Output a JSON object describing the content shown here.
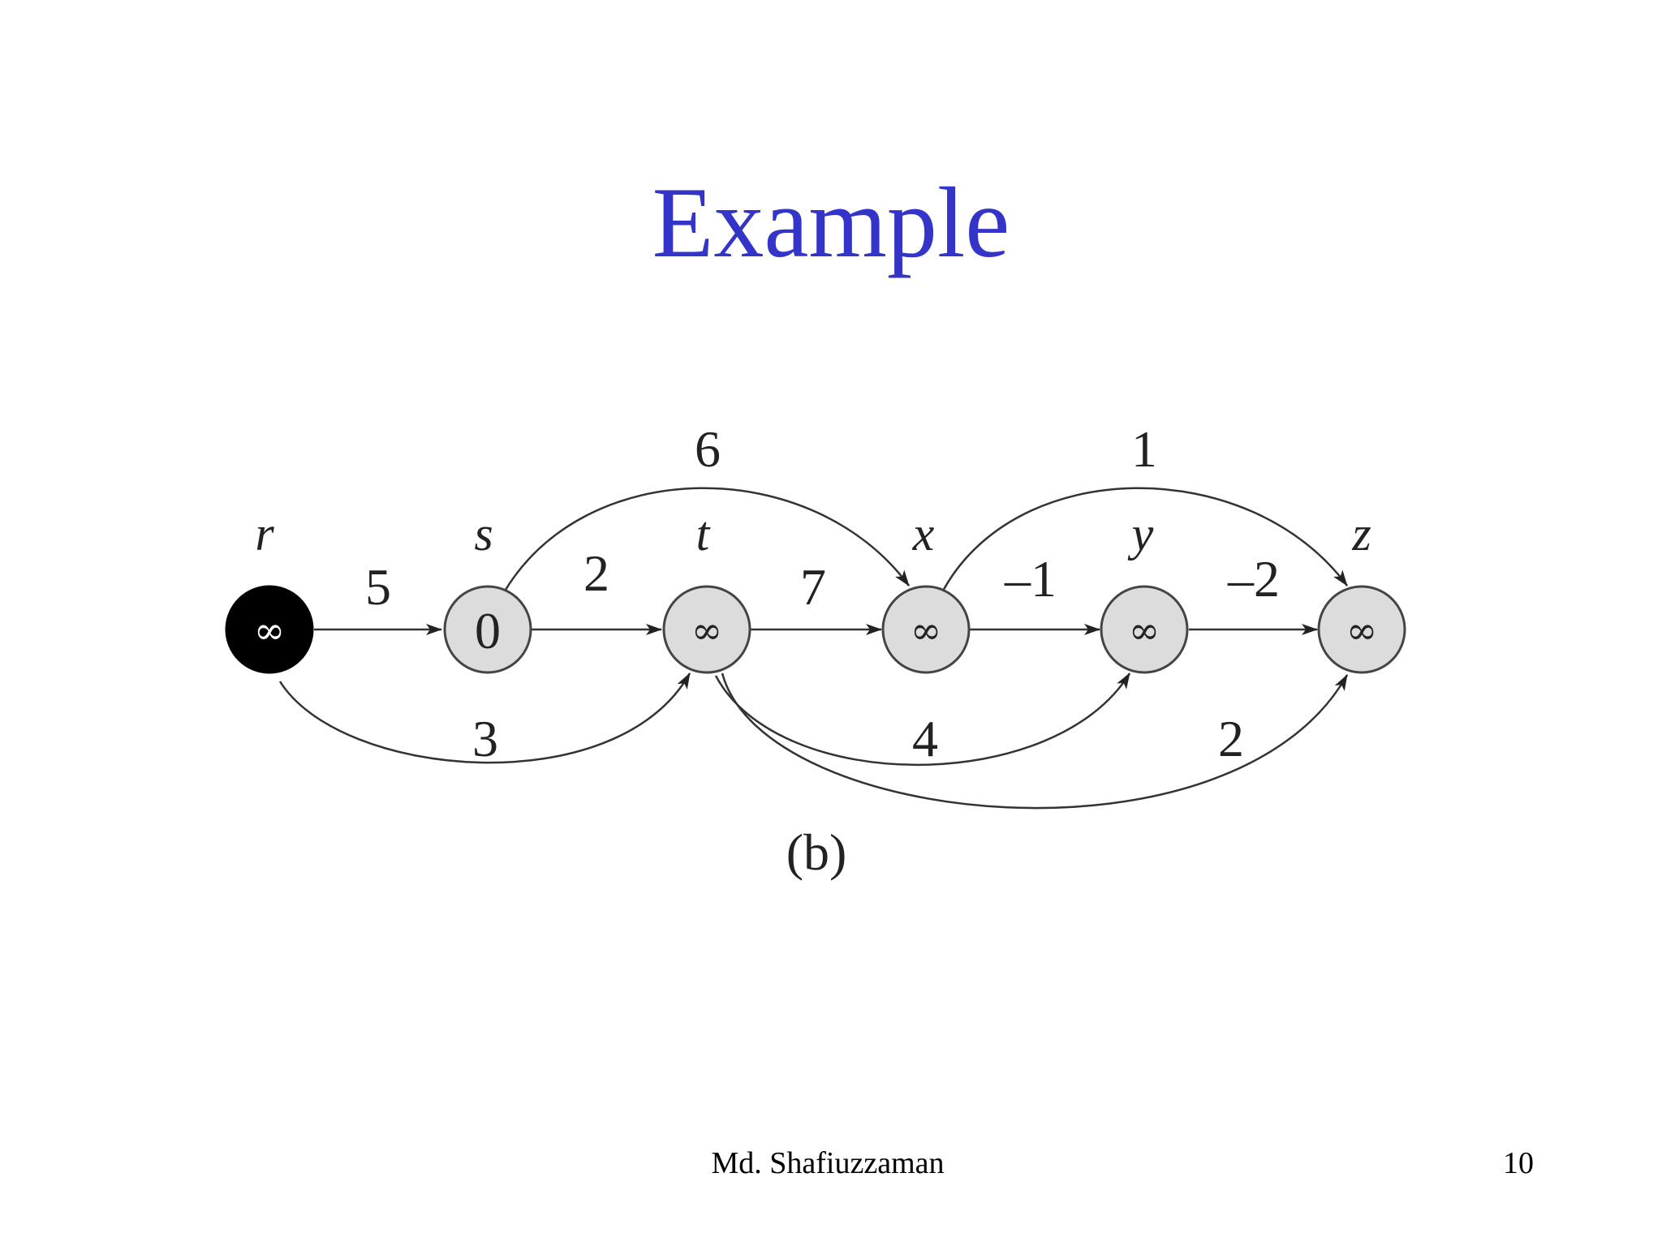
{
  "slide": {
    "title": "Example",
    "footer_author": "Md. Shafiuzzaman",
    "page_number": "10"
  },
  "diagram": {
    "caption": "(b)",
    "nodes": [
      {
        "id": "r",
        "label": "r",
        "value": "∞",
        "fill": "#000000",
        "text_color": "#ffffff"
      },
      {
        "id": "s",
        "label": "s",
        "value": "0",
        "fill": "#dcdcdc",
        "text_color": "#222222"
      },
      {
        "id": "t",
        "label": "t",
        "value": "∞",
        "fill": "#dcdcdc",
        "text_color": "#222222"
      },
      {
        "id": "x",
        "label": "x",
        "value": "∞",
        "fill": "#dcdcdc",
        "text_color": "#222222"
      },
      {
        "id": "y",
        "label": "y",
        "value": "∞",
        "fill": "#dcdcdc",
        "text_color": "#222222"
      },
      {
        "id": "z",
        "label": "z",
        "value": "∞",
        "fill": "#dcdcdc",
        "text_color": "#222222"
      }
    ],
    "edges": [
      {
        "from": "r",
        "to": "s",
        "weight": "5"
      },
      {
        "from": "s",
        "to": "t",
        "weight": "2"
      },
      {
        "from": "t",
        "to": "x",
        "weight": "7"
      },
      {
        "from": "x",
        "to": "y",
        "weight": "–1"
      },
      {
        "from": "y",
        "to": "z",
        "weight": "–2"
      },
      {
        "from": "s",
        "to": "x",
        "weight": "6"
      },
      {
        "from": "x",
        "to": "z",
        "weight": "1"
      },
      {
        "from": "r",
        "to": "t",
        "weight": "3"
      },
      {
        "from": "t",
        "to": "y",
        "weight": "4"
      },
      {
        "from": "t",
        "to": "z",
        "weight": "2"
      }
    ]
  },
  "colors": {
    "title": "#3434c8",
    "edge": "#333333"
  }
}
